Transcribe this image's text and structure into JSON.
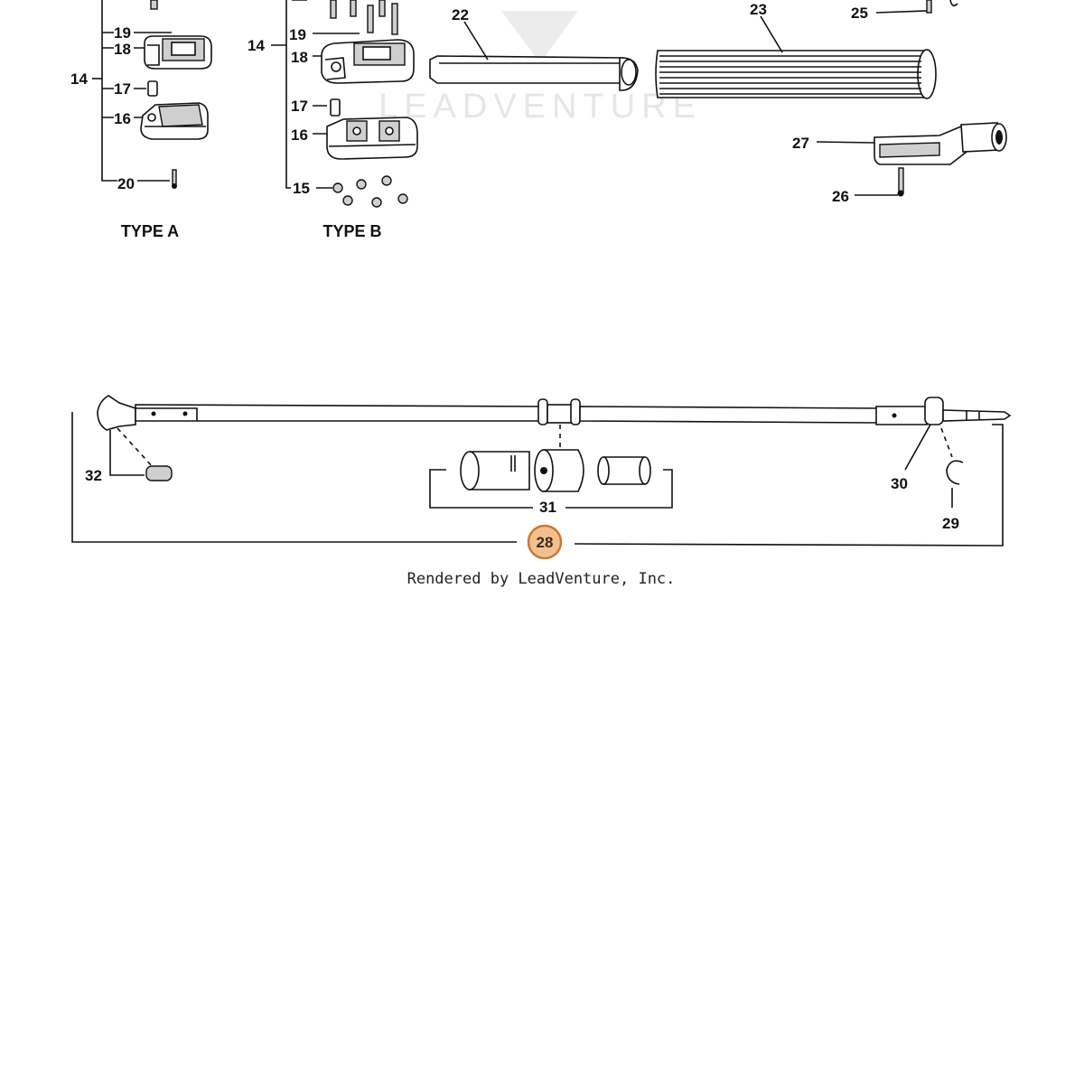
{
  "watermark": {
    "text": "LEADVENTURE",
    "logo_icon": "leadventure-v-logo-icon"
  },
  "groups": {
    "type_a": "TYPE A",
    "type_b": "TYPE B"
  },
  "callouts": {
    "c14_a": "14",
    "c14_b": "14",
    "c15": "15",
    "c16_a": "16",
    "c16_b": "16",
    "c17_a": "17",
    "c17_b": "17",
    "c18_a": "18",
    "c18_b": "18",
    "c19_a": "19",
    "c19_b": "19",
    "c20": "20",
    "c22": "22",
    "c23": "23",
    "c25": "25",
    "c26": "26",
    "c27": "27",
    "c29": "29",
    "c30": "30",
    "c31": "31",
    "c32": "32"
  },
  "hotspot": {
    "label": "28",
    "fill": "#f2c08f",
    "stroke": "#c77a33"
  },
  "footer": {
    "credit": "Rendered by LeadVenture, Inc."
  }
}
